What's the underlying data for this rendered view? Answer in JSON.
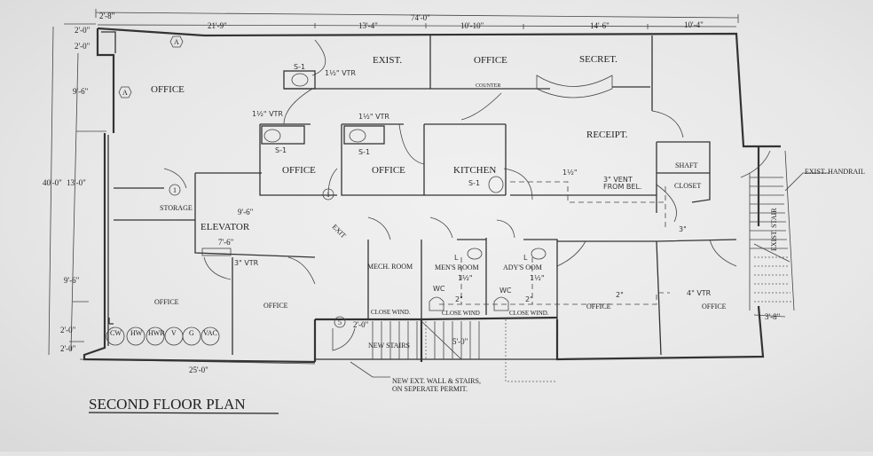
{
  "title": "SECOND FLOOR PLAN",
  "rooms": {
    "office_nw": "OFFICE",
    "exist": "EXIST.",
    "office_n": "OFFICE",
    "secret": "SECRET.",
    "counter": "COUNTER",
    "receipt": "RECEIPT.",
    "office_mid1": "OFFICE",
    "office_mid2": "OFFICE",
    "kitchen": "KITCHEN",
    "shaft": "SHAFT",
    "closet": "CLOSET",
    "storage": "STORAGE",
    "elevator": "ELEVATOR",
    "mech_room": "MECH. ROOM",
    "mens_room": "MEN'S ROOM",
    "ladys_room": "ADY'S  OOM",
    "office_sw": "OFFICE",
    "office_s": "OFFICE",
    "office_se1": "OFFICE",
    "office_se2": "OFFICE",
    "new_stairs": "NEW STAIRS",
    "exist_stair": "EXIST. STAIR"
  },
  "notes": {
    "close_wind_1": "CLOSE WIND.",
    "close_wind_2": "CLOSE WIND",
    "close_wind_3": "CLOSE WIND.",
    "exist_handrail": "EXIST. HANDRAIL",
    "new_ext_wall_1": "NEW EXT. WALL & STAIRS,",
    "new_ext_wall_2": "ON SEPERATE PERMIT.",
    "exit_sign": "EXIT"
  },
  "dimensions": {
    "top_overall": "74'-0\"",
    "top_2_8": "2'-8\"",
    "top_21_9": "21'-9\"",
    "top_13_4": "13'-4\"",
    "top_10_10": "10'-10\"",
    "top_14_6": "14'-6\"",
    "top_10_4": "10'-4\"",
    "left_2_0_a": "2'-0\"",
    "left_2_0_b": "2'-0\"",
    "left_9_6_a": "9'-6\"",
    "left_40_0": "40'-0\"",
    "left_13_0": "13'-0\"",
    "left_9_6_b": "9'-6\"",
    "left_2_0_c": "2'-0\"",
    "left_2_0_d": "2'-0\"",
    "bottom_25_0": "25'-0\"",
    "elev_9_6": "9'-6\"",
    "elev_7_6": "7'-6\"",
    "stair_2_0": "2'-0\"",
    "stair_5_0": "5'-0\"",
    "stair_3_8": "3'-8\""
  },
  "annotations": {
    "vtr_exist": "1½\" VTR",
    "vtr_office1": "1½\" VTR",
    "vtr_office2": "1½\" VTR",
    "s1_exist": "S-1",
    "s1_office1": "S-1",
    "s1_office2": "S-1",
    "s1_kitchen": "S-1",
    "pipe_1_5": "1½\"",
    "vent_1": "3\" VENT",
    "vent_2": "FROM BEL.",
    "vtr_elevator": "3\" VTR",
    "vtr_office_se": "4\" VTR",
    "pipe_3": "3\"",
    "l_mens": "L",
    "l_ladys": "L",
    "wc_mens": "WC",
    "wc_ladys": "WC",
    "mens_1_5": "1½\"",
    "ladys_1_5": "1½\"",
    "mens_2": "2\"",
    "ladys_2": "2\"",
    "office_2": "2\""
  },
  "tags": {
    "hex_a1": "A",
    "hex_a2": "A",
    "door_1a": "1",
    "door_1b": "1",
    "door_5": "5"
  },
  "meters": [
    "CW",
    "HW",
    "HWR",
    "V",
    "G",
    "VAC"
  ]
}
